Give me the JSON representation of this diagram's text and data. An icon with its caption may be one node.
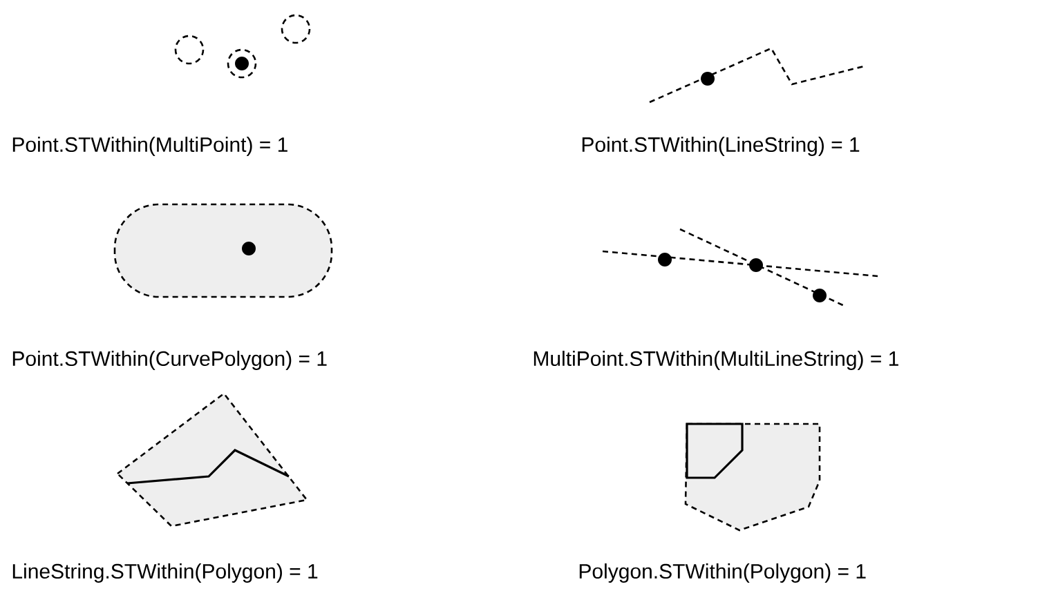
{
  "diagram": {
    "labels": [
      "Point.STWithin(MultiPoint) = 1",
      "Point.STWithin(LineString) = 1",
      "Point.STWithin(CurvePolygon) = 1",
      "MultiPoint.STWithin(MultiLineString) = 1",
      "LineString.STWithin(Polygon) = 1",
      "Polygon.STWithin(Polygon) = 1"
    ]
  }
}
